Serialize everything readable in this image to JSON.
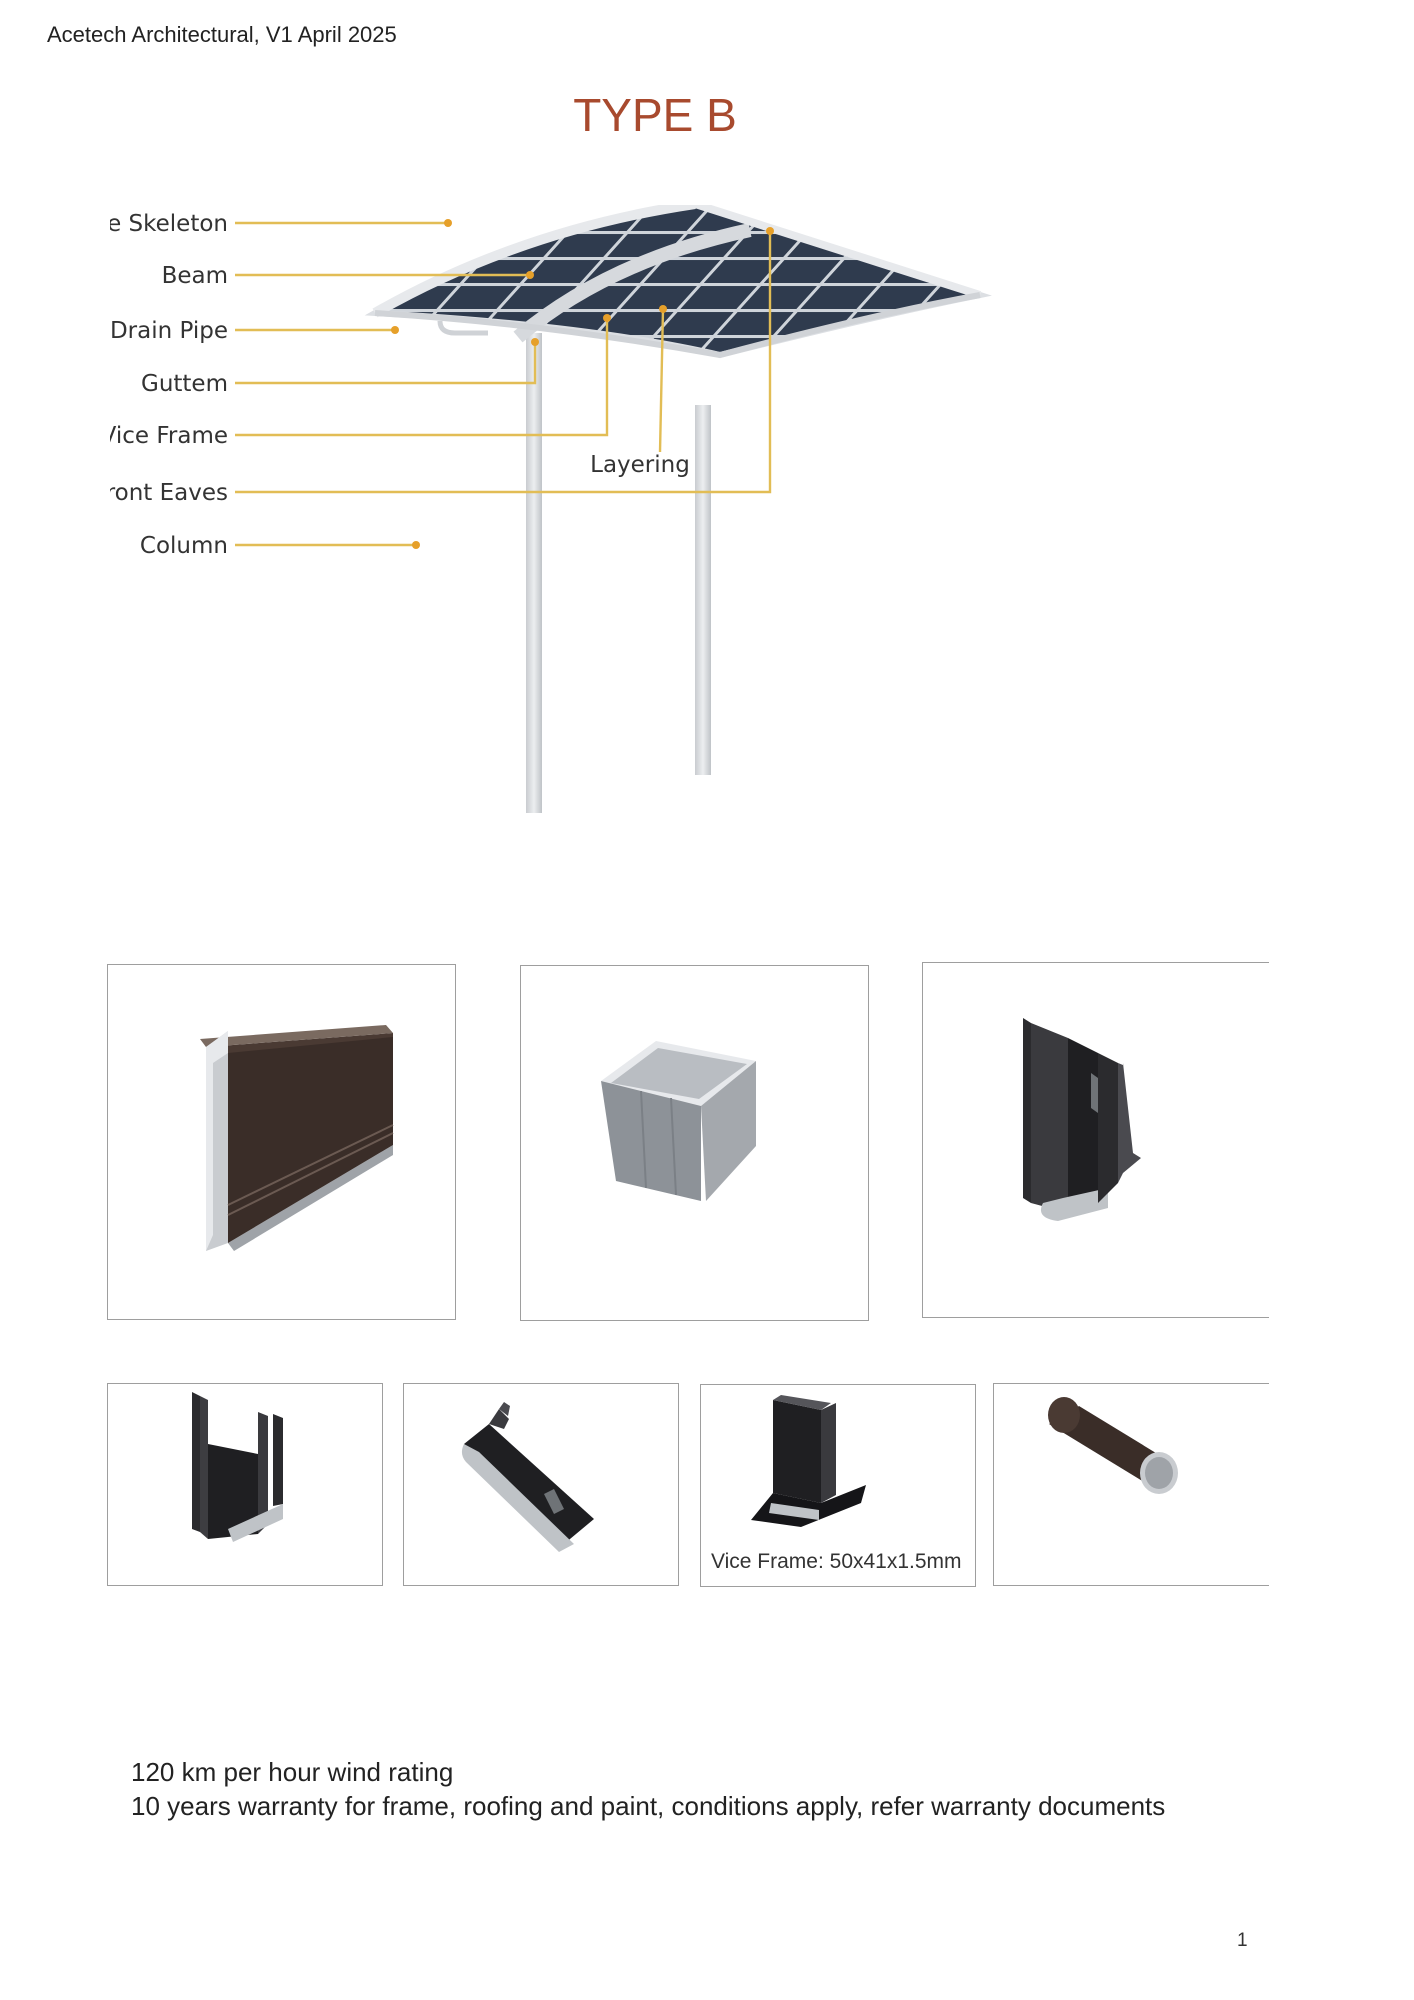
{
  "header": {
    "document_label": "Acetech Architectural, V1 April 2025"
  },
  "title": "TYPE B",
  "diagram": {
    "labels": {
      "side_skeleton": "Side Skeleton",
      "beam": "Beam",
      "drain_pipe": "Drain Pipe",
      "guttem": "Guttem",
      "vice_frame": "Vice Frame",
      "layering": "Layering",
      "front_eaves": "Front Eaves",
      "column": "Column"
    }
  },
  "profiles": {
    "vice_frame_caption": "Vice Frame: 50x41x1.5mm"
  },
  "notes": {
    "wind_rating": "120 km per hour wind rating",
    "warranty": "10 years warranty for frame, roofing and paint, conditions apply, refer warranty documents"
  },
  "page_number": "1",
  "colors": {
    "title": "#a84a2e",
    "leader_line": "#e2bd55",
    "leader_dot": "#e6a02a",
    "roof_panel": "#2f3b4e",
    "frame": "#dcdfe3"
  }
}
